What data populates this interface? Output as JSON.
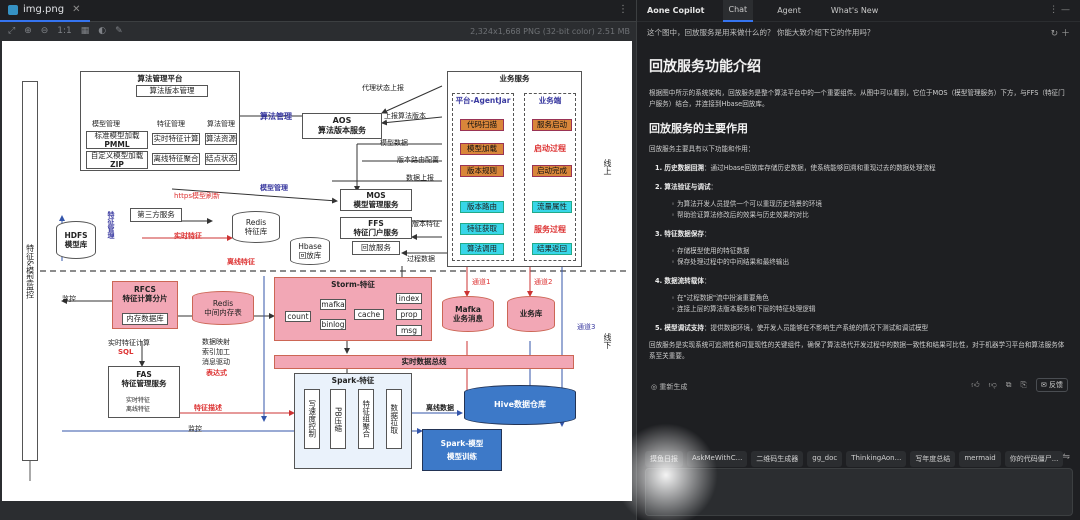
{
  "viewer": {
    "file_tab": "img.png",
    "image_meta": "2,324x1,668 PNG (32-bit color) 2.51 MB",
    "zoom": "1:1"
  },
  "diagram": {
    "algo_platform": "算法管理平台",
    "algo_version_mgmt": "算法版本管理",
    "model_mgmt": "模型管理",
    "feature_mgmt": "特征管理",
    "algo_mgmt": "算法管理",
    "std_model_load": "标准模型加载",
    "pmml": "PMML",
    "custom_model_load": "自定义模型加载",
    "zip": "ZIP",
    "realtime_feature_calc": "实时特征计算",
    "offline_feature_merge": "离线特征聚合",
    "algo_resource": "算法资源",
    "node_status": "结点状态",
    "proxy_report": "代理状态上报",
    "report_algo_version": "上报算法版本",
    "algo_mgmt_label": "算法管理",
    "aos_line1": "AOS",
    "aos_line2": "算法版本服务",
    "model_data": "模型数据",
    "version_config": "版本路由配置",
    "data_report": "数据上报",
    "biz_service": "业务服务",
    "platform_agentjar": "平台-AgentJar",
    "biz_side": "业务端",
    "code_scan": "代码扫描",
    "service_start": "服务启动",
    "model_load": "模型加载",
    "start_process": "启动过程",
    "version_rule": "版本规则",
    "start_complete": "启动完成",
    "version_route": "版本路由",
    "flow_attr": "流量属性",
    "feature_fetch": "特征获取",
    "service_process": "服务过程",
    "algo_call": "算法调用",
    "result_return": "结果返回",
    "online": "线上",
    "offline": "线下",
    "https_refresh": "https模型刷新",
    "model_mgmt_label": "模型管理",
    "mos_line1": "MOS",
    "mos_line2": "模型管理服务",
    "third_party": "第三方服务",
    "ffs_line1": "FFS",
    "ffs_line2": "特征门户服务",
    "version_feature": "版本特征",
    "redis_line1": "Redis",
    "redis_line2": "特征库",
    "hbase_line1": "Hbase",
    "hbase_line2": "回放库",
    "replay_service": "回放服务",
    "process_data": "过程数据",
    "hdfs_line1": "HDFS",
    "hdfs_line2": "模型库",
    "feature_mgmt_vertical": "特征管理",
    "realtime_feature": "实时特征",
    "offline_feature": "离线特征",
    "left_vertical": "特征&模型监控",
    "channel1": "通道1",
    "channel2": "通道2",
    "channel3": "通道3",
    "mafka_line1": "Mafka",
    "mafka_line2": "业务消息",
    "biz_db": "业务库",
    "monitor": "监控",
    "rfcs_line1": "RFCS",
    "rfcs_line2": "特征计算分片",
    "memory_db": "内存数据库",
    "redis2_line1": "Redis",
    "redis2_line2": "中间内存表",
    "storm": "Storm-特征",
    "mafka_small": "mafka",
    "binlog": "binlog",
    "count": "count",
    "cache": "cache",
    "index": "index",
    "prop": "prop",
    "msg": "msg",
    "realtime_bus": "实时数据总线",
    "realtime_calc": "实时特征计算",
    "sql": "SQL",
    "data_map": "数据映射",
    "index_process": "索引加工",
    "msg_drive": "消息驱动",
    "expression": "表达式",
    "fas_line1": "FAS",
    "fas_line2": "特征管理服务",
    "realtime_feature_small": "实时特征",
    "offline_feature_small": "离线特征",
    "feature_desc": "特征描述",
    "spark_feature": "Spark-特征",
    "write_ctrl": "写速度控制",
    "pb_compress": "PB压缩",
    "feature_merge": "特征组聚合",
    "data_sync": "数据拉取",
    "offline_data": "离线数据",
    "hive": "Hive数据仓库",
    "monitor2": "监控",
    "spark_model": "Spark-模型",
    "model_train": "模型训练"
  },
  "copilot": {
    "brand": "Aone Copilot",
    "tabs": [
      "Chat",
      "Agent",
      "What's New"
    ],
    "question": "这个图中，回放服务是用来做什么的？ 你能大致介绍下它的作用吗？",
    "title": "回放服务功能介绍",
    "intro": "根据图中所示的系统架构，回放服务是整个算法平台中的一个重要组件。从图中可以看到，它位于MOS（模型管理服务）下方，与FFS（特征门户服务）结合，并连接到Hbase回放库。",
    "section_title": "回放服务的主要作用",
    "section_intro": "回放服务主要具有以下功能和作用：",
    "item1_title": "1. 历史数据回溯",
    "item1_text": "：通过Hbase回放库存储历史数据，使系统能够回溯和重现过去的数据处理流程",
    "item2_title": "2. 算法验证与调试",
    "item2_text": "：",
    "item2_sub1": "为算法开发人员提供一个可以重现历史场景的环境",
    "item2_sub2": "帮助验证算法修改后的效果与历史效果的对比",
    "item3_title": "3. 特征数据保存",
    "item3_text": "：",
    "item3_sub1": "存储模型使用的特征数据",
    "item3_sub2": "保存处理过程中的中间结果和最终输出",
    "item4_title": "4. 数据流转载体",
    "item4_text": "：",
    "item4_sub1": "在\"过程数据\"流中扮演重要角色",
    "item4_sub2": "连接上层的算法版本服务和下层的特征处理逻辑",
    "item5_title": "5. 模型调试支持",
    "item5_text": "：提供数据环境，使开发人员能够在不影响生产系统的情况下测试和调试模型",
    "conclusion": "回放服务是实现系统可追溯性和可复现性的关键组件，确保了算法迭代开发过程中的数据一致性和结果可比性，对于机器学习平台和算法服务体系至关重要。",
    "regenerate": "重新生成",
    "feedback": "反馈",
    "chips": [
      "摸鱼日报",
      "AskMeWithC...",
      "二维码生成器",
      "gg_doc",
      "ThinkingAon...",
      "写年度总结",
      "mermaid",
      "你的代码僵尸..."
    ]
  }
}
